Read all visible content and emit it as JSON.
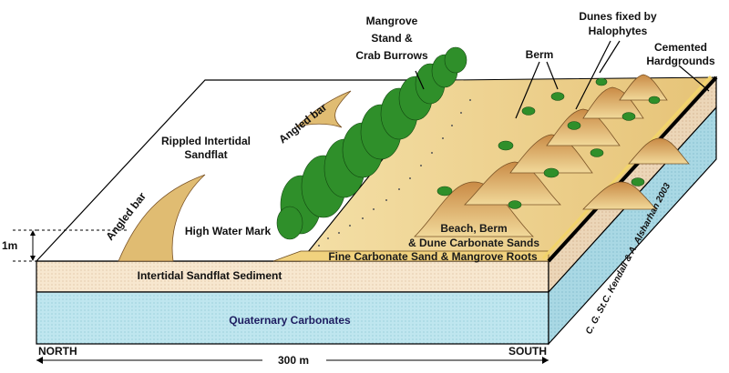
{
  "diagram": {
    "labels": {
      "mangrove_1": "Mangrove",
      "mangrove_2": "Stand &",
      "mangrove_3": "Crab Burrows",
      "berm": "Berm",
      "dunes_1": "Dunes fixed by",
      "dunes_2": "Halophytes",
      "cemented_1": "Cemented",
      "cemented_2": "Hardgrounds",
      "angled_bar_top": "Angled bar",
      "angled_bar_left": "Angled bar",
      "rippled_1": "Rippled Intertidal",
      "rippled_2": "Sandflat",
      "high_water_mark": "High Water Mark",
      "beach_1": "Beach, Berm",
      "beach_2": "& Dune Carbonate Sands",
      "fine_sand": "Fine Carbonate Sand & Mangrove Roots",
      "intertidal_sediment": "Intertidal Sandflat Sediment",
      "quaternary": "Quaternary Carbonates",
      "height_scale": "1m",
      "north": "NORTH",
      "south": "SOUTH",
      "width_scale": "300 m",
      "credit": "C. G. St.C. Kendall & A. Alsharhan 2003"
    },
    "colors": {
      "intertidal_sediment": "#f7e7cf",
      "quaternary": "#bfe6ef",
      "sand": "#e8c77a",
      "dune": "#d4a25a",
      "mangrove": "#2f8f2a",
      "outline": "#000000"
    }
  }
}
